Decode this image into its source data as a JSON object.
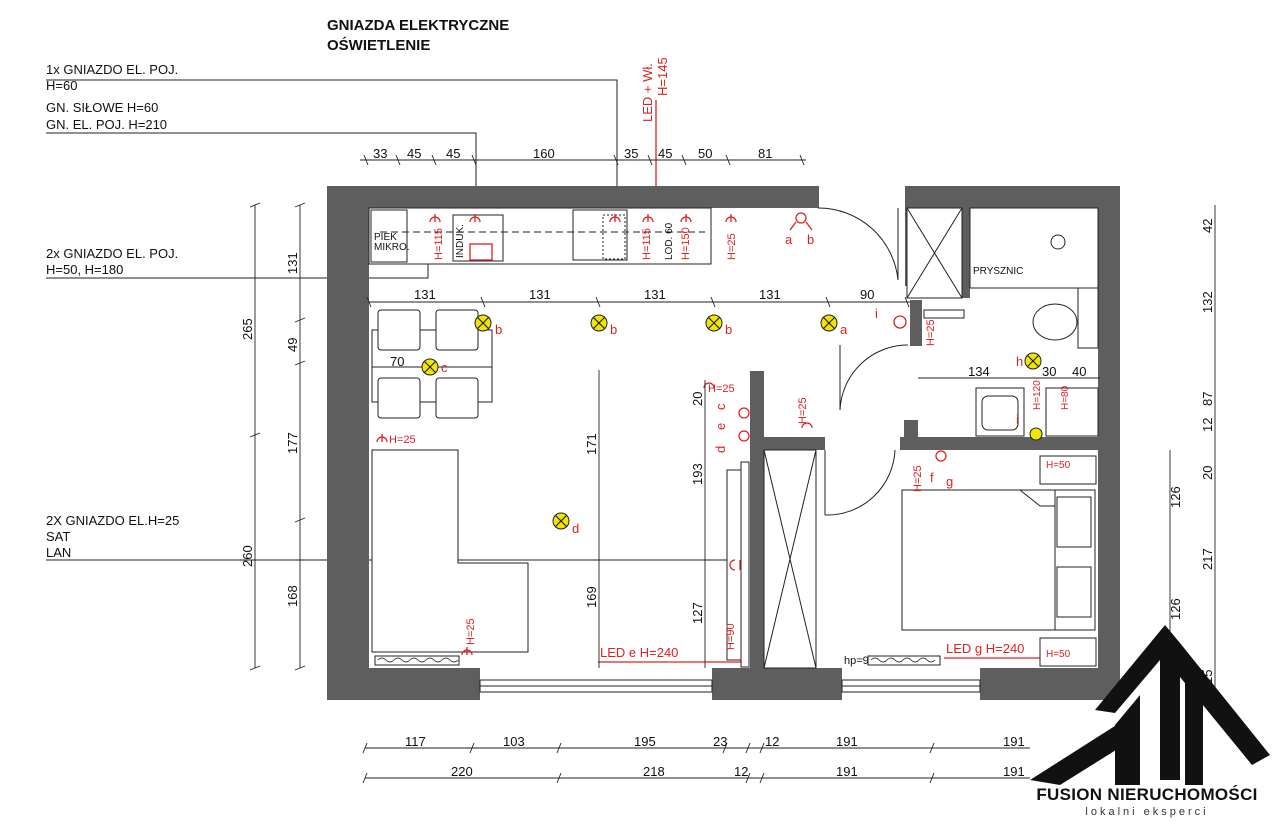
{
  "header": {
    "title_line1": "GNIAZDA ELEKTRYCZNE",
    "title_line2": "OŚWIETLENIE"
  },
  "legend": {
    "l1a": "1x GNIAZDO EL. POJ.",
    "l1b": "H=60",
    "l2a": "GN. SIŁOWE H=60",
    "l2b": "GN. EL. POJ. H=210",
    "l3a": "2x GNIAZDO EL. POJ.",
    "l3b": "H=50, H=180",
    "l4a": "2X GNIAZDO EL.H=25",
    "l4b": "SAT",
    "l4c": "LAN",
    "led_wl": "LED + Wł.",
    "led_h": "H=145"
  },
  "dims_top": [
    "33",
    "45",
    "45",
    "160",
    "35",
    "45",
    "50",
    "81"
  ],
  "dims_inner": [
    "131",
    "131",
    "131",
    "131",
    "90",
    "70",
    "134",
    "30",
    "40"
  ],
  "dims_left_outer": [
    "265",
    "260"
  ],
  "dims_left_inner": [
    "131",
    "49",
    "177",
    "168"
  ],
  "dims_mid": [
    "171",
    "169",
    "20",
    "193",
    "127"
  ],
  "dims_right": [
    "42",
    "132",
    "87",
    "12",
    "20",
    "126",
    "217",
    "126",
    "15"
  ],
  "dims_bottom1": [
    "117",
    "103",
    "195",
    "23",
    "12",
    "191",
    "191"
  ],
  "dims_bottom2": [
    "220",
    "218",
    "12",
    "191",
    "191"
  ],
  "kitchen_labels": [
    "PIEK",
    "MIKRO.",
    "INDUK.",
    "LOD. 60"
  ],
  "room_labels": {
    "shower": "PRYSZNIC",
    "hp": "hp=95"
  },
  "heights": [
    "H=115",
    "H=115",
    "H=150",
    "H=25",
    "H=25",
    "H=25",
    "H=90",
    "H=25",
    "H=25",
    "H=25",
    "H=25",
    "H=120",
    "H=80",
    "H=50",
    "H=50"
  ],
  "led_labels": {
    "e": "LED e H=240",
    "g": "LED g H=240"
  },
  "switch_letters": [
    "a",
    "b",
    "b",
    "b",
    "b",
    "a",
    "c",
    "d",
    "f",
    "h",
    "h",
    "i",
    "i",
    "c",
    "e",
    "d",
    "f",
    "g"
  ],
  "brand": {
    "name": "FUSION NIERUCHOMOŚCI",
    "tagline": "lokalni eksperci"
  }
}
